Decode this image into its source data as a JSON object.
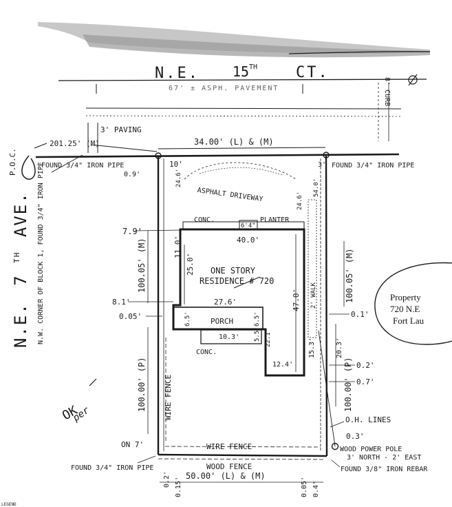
{
  "survey": {
    "street_top": {
      "ne": "N.E.",
      "num": "15",
      "sup": "TH",
      "ct": "CT."
    },
    "street_left": {
      "ne": "N.E.",
      "num": "7",
      "sup": "TH",
      "ave": "AVE."
    },
    "top_strip": "67' ± ASPH. PAVEMENT",
    "sidewalk": "3' PAVING",
    "right_margin": "8' CURB",
    "corner_note": "N.W. CORNER OF BLOCK 1, FOUND 3/4\" IRON PIPE",
    "poc": "P.O.C.",
    "dist_201": "201.25' (M)",
    "top_dim": "34.00' (L) & (M)",
    "found_nw": "FOUND 3/4\" IRON PIPE",
    "found_nw_off": "0.9'",
    "found_ne": "FOUND 3/4\" IRON PIPE",
    "found_sw": "FOUND 3/4\" IRON PIPE",
    "found_se": "FOUND 3/8\" IRON REBAR",
    "n10": "10'",
    "n3": "3'",
    "n7_9": "7.9'",
    "n24_6_l": "24.6'",
    "n24_6_r": "24.6'",
    "n54": "54.0'",
    "asphalt": "ASPHALT DRIVEWAY",
    "conc_top": "CONC.",
    "stair": "6'4\"",
    "planter": "PLANTER",
    "bldg_top": "40.0'",
    "residence_1": "ONE STORY",
    "residence_2": "RESIDENCE # 720",
    "n11": "11.0'",
    "n25": "25.0'",
    "n47": "47.0'",
    "walk": "2' WALK",
    "left_dim_m": "100.05' (M)",
    "right_dim_m": "100.05' (M)",
    "n8_1": "8.1'",
    "n0_05": "0.05'",
    "n0_1": "0.1'",
    "n27_6": "27.6'",
    "n6_5a": "6.5'",
    "n6_5b": "6.5'",
    "n5_5": "5.5'",
    "porch": "PORCH",
    "n10_3": "10.3'",
    "conc_porch": "CONC.",
    "n22_1": "22.1'",
    "n12_4": "12.4'",
    "n15_3": "15.3'",
    "n20_3": "20.3'",
    "n0_2": "0.2'",
    "n0_7": "0.7'",
    "left_dim_p": "100.00' (P)",
    "right_dim_p": "100.00' (P)",
    "wire_fence_v": "WIRE FENCE",
    "wire_fence_h": "WIRE FENCE",
    "on_7": "ON 7'",
    "oh_lines": "O.H. LINES",
    "n0_3": "0.3'",
    "wood_power": "WOOD POWER POLE",
    "pole_dist": "3' NORTH - 2' EAST",
    "wood_fence": "WOOD FENCE",
    "bottom_dim": "50.00' (L) & (M)",
    "b0_2": "0.2'",
    "b0_15": "0.15'",
    "b0_05": "0.05'",
    "b0_4": "0.4'",
    "ok": "OK",
    "sig": "per",
    "stamp_1": "Property",
    "stamp_2": "720 N.E",
    "stamp_3": "Fort Lau",
    "tiny": "LEGEND"
  }
}
